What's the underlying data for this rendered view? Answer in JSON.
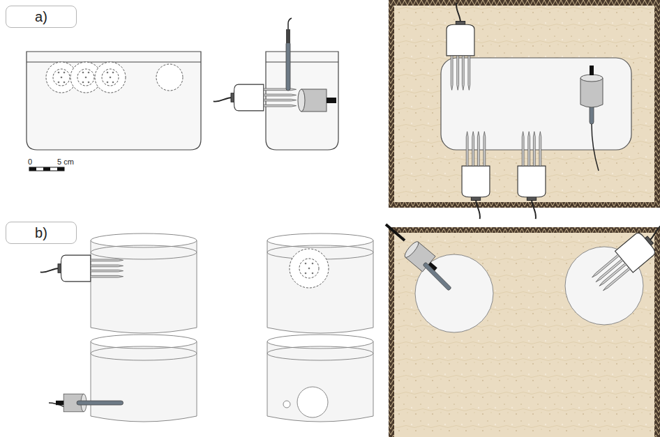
{
  "diagram": {
    "nodes": [
      {
        "text": [
          "a)"
        ]
      },
      {
        "text": [
          "b)"
        ]
      }
    ],
    "labels": [
      "0",
      "5 cm"
    ]
  }
}
